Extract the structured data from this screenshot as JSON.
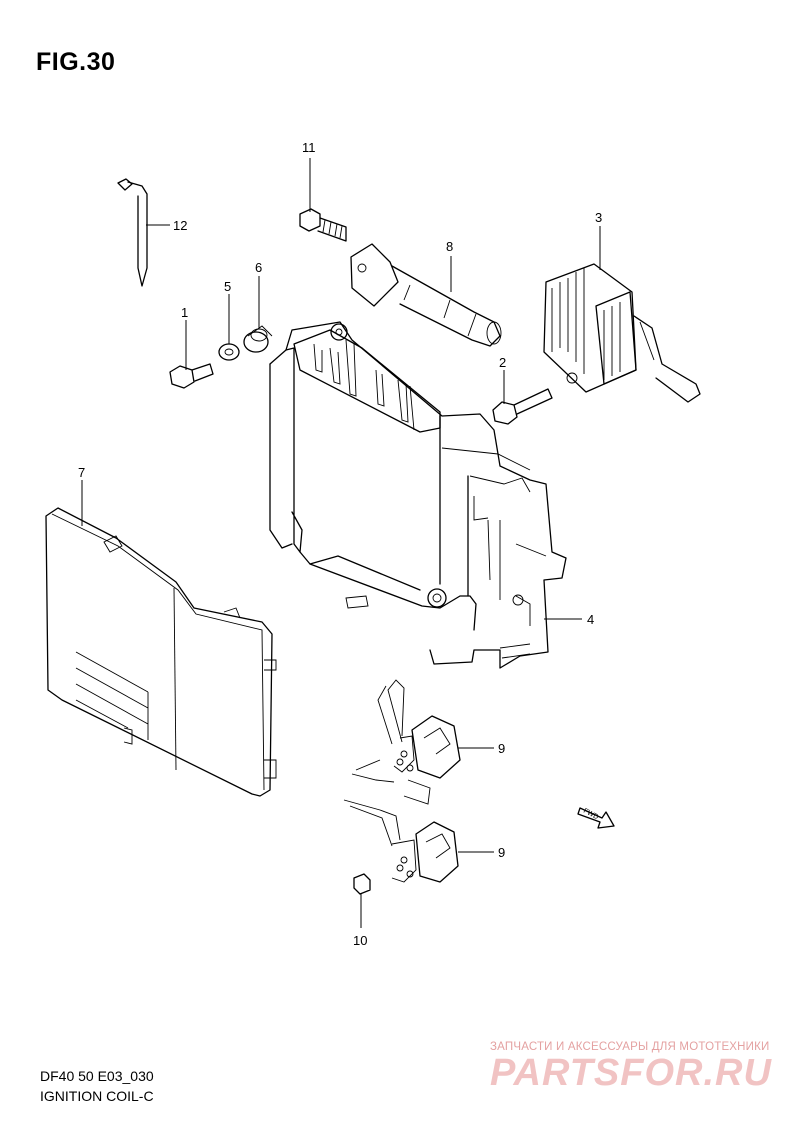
{
  "figure": {
    "title": "FIG.30",
    "code": "DF40 50 E03_030",
    "caption": "IGNITION COIL-C"
  },
  "callouts": {
    "c1": "1",
    "c2": "2",
    "c3": "3",
    "c4": "4",
    "c5": "5",
    "c6": "6",
    "c7": "7",
    "c8": "8",
    "c9a": "9",
    "c9b": "9",
    "c10": "10",
    "c11": "11",
    "c12": "12"
  },
  "fwd_label": "FWD",
  "watermark": {
    "tagline": "ЗАПЧАСТИ И АКСЕССУАРЫ ДЛЯ МОТОТЕХНИКИ",
    "brand": "PARTSFOR.RU"
  }
}
